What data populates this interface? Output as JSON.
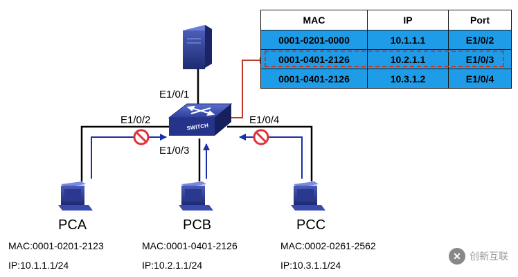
{
  "mac_table": {
    "headers": [
      "MAC",
      "IP",
      "Port"
    ],
    "rows": [
      {
        "mac": "0001-0201-0000",
        "ip": "10.1.1.1",
        "port": "E1/0/2"
      },
      {
        "mac": "0001-0401-2126",
        "ip": "10.2.1.1",
        "port": "E1/0/3"
      },
      {
        "mac": "0001-0401-2126",
        "ip": "10.3.1.2",
        "port": "E1/0/4"
      }
    ],
    "highlight_color": "#c0392b",
    "cell_color": "#1f9ce8"
  },
  "switch": {
    "label": "SWITCH"
  },
  "ports": {
    "server": "E1/0/1",
    "pca": "E1/0/2",
    "pcb": "E1/0/3",
    "pcc": "E1/0/4"
  },
  "hosts": [
    {
      "name": "PCA",
      "mac": "MAC:0001-0201-2123",
      "ip": "IP:10.1.1.1/24"
    },
    {
      "name": "PCB",
      "mac": "MAC:0001-0401-2126",
      "ip": "IP:10.2.1.1/24"
    },
    {
      "name": "PCC",
      "mac": "MAC:0002-0261-2562",
      "ip": "IP:10.3.1.1/24"
    }
  ],
  "watermark": {
    "text": "创新互联",
    "logo": "✕"
  },
  "colors": {
    "arrow": "#1a2fa8",
    "block": "#e0303a",
    "link": "#c0392b"
  }
}
